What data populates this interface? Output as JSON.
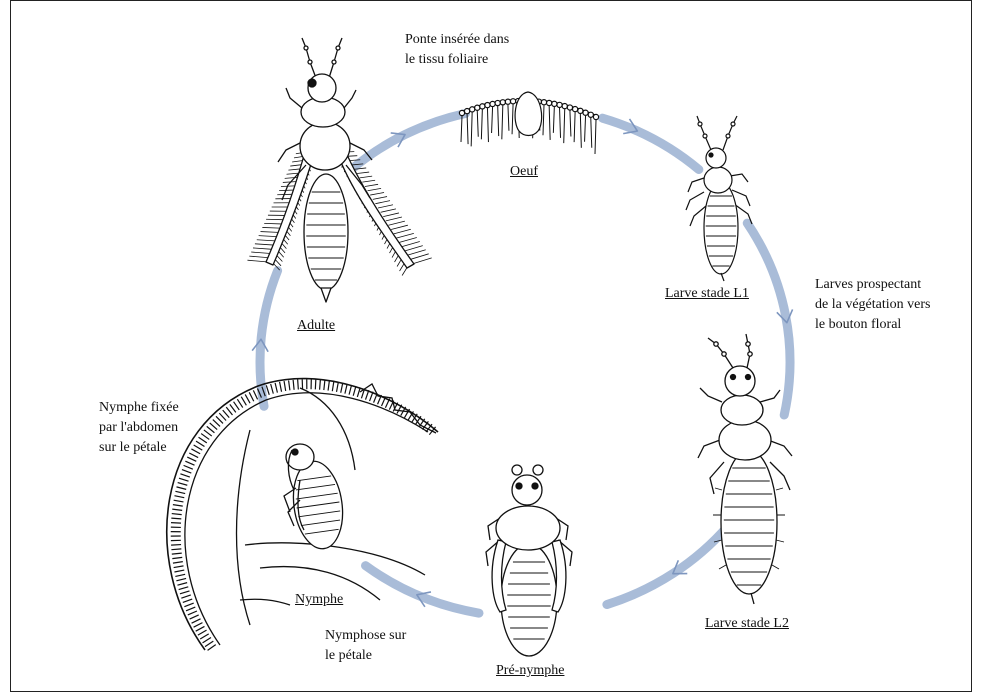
{
  "stages": {
    "egg": "Oeuf",
    "larva_l1": "Larve stade L1",
    "larva_l2": "Larve stade L2",
    "prenymph": "Pré-nymphe",
    "nymph": "Nymphe",
    "adult": "Adulte"
  },
  "notes": {
    "oviposition": [
      "Ponte insérée dans",
      "le tissu foliaire"
    ],
    "larvae": [
      "Larves prospectant",
      "de la végétation vers",
      "le bouton floral"
    ],
    "pupation": [
      "Nymphose sur",
      "le pétale"
    ],
    "nymph_attached": [
      "Nymphe fixée",
      "par l'abdomen",
      "sur le pétale"
    ]
  },
  "colors": {
    "cycle_arrow": "#a9bcd8",
    "cycle_arrowhead": "#7d96bf",
    "ink": "#111111"
  },
  "icons": [
    "egg-in-leaf-illustration",
    "larva-l1-illustration",
    "larva-l2-illustration",
    "prenymph-illustration",
    "nymph-on-petal-illustration",
    "adult-thrips-illustration"
  ]
}
